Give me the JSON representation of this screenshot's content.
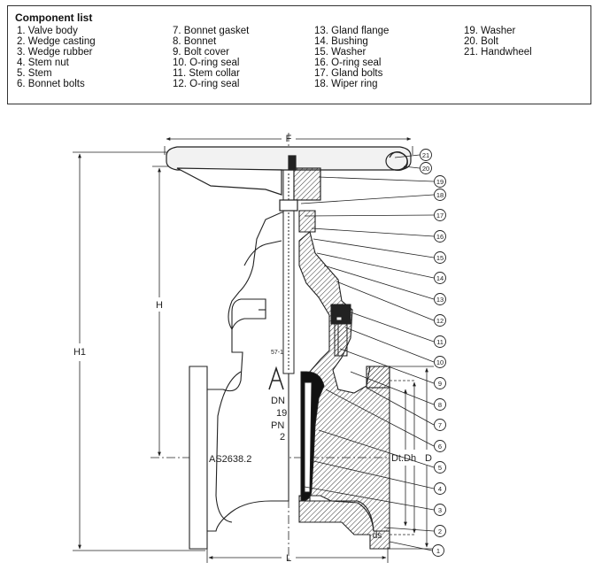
{
  "legend": {
    "title": "Component list",
    "columns": [
      [
        "1. Valve body",
        "2. Wedge casting",
        "3. Wedge rubber",
        "4. Stem nut",
        "5. Stem",
        "6. Bonnet bolts"
      ],
      [
        "7. Bonnet gasket",
        "8. Bonnet",
        "9. Bolt cover",
        "10. O-ring seal",
        "11. Stem collar",
        "12. O-ring seal"
      ],
      [
        "13. Gland flange",
        "14. Bushing",
        "15. Washer",
        "16. O-ring seal",
        "17. Gland bolts",
        "18. Wiper ring"
      ],
      [
        "19. Washer",
        "20. Bolt",
        "21. Handwheel"
      ]
    ]
  },
  "dimensions": {
    "F": "F",
    "H": "H",
    "H1": "H1",
    "L": "L",
    "D": "D",
    "Dt_Dh": "Dt.Dh",
    "ds": "ds"
  },
  "markings": {
    "standard": "AS2638.2",
    "size_code": "57-1",
    "dn": "DN",
    "dn_value": "19",
    "pn": "PN",
    "pn_value": "2"
  },
  "callouts": [
    "21",
    "20",
    "19",
    "18",
    "17",
    "16",
    "15",
    "14",
    "13",
    "12",
    "11",
    "10",
    "9",
    "8",
    "7",
    "6",
    "5",
    "4",
    "3",
    "2",
    "1"
  ]
}
